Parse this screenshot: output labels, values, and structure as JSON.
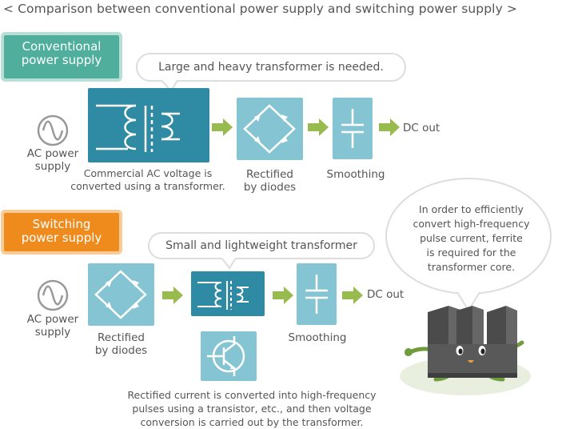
{
  "title": "< Comparison between conventional power supply and switching power supply >",
  "conventional": {
    "tag": "Conventional\npower supply",
    "bubble": "Large and heavy transformer is needed.",
    "ac_label": "AC power\nsupply",
    "transformer_caption": "Commercial AC voltage is\nconverted using a transformer.",
    "rectified_label": "Rectified\nby diodes",
    "smoothing_label": "Smoothing",
    "dc_label": "DC out"
  },
  "switching": {
    "tag": "Switching\npower supply",
    "bubble": "Small and lightweight transformer",
    "ac_label": "AC power\nsupply",
    "rectified_label": "Rectified\nby diodes",
    "smoothing_label": "Smoothing",
    "dc_label": "DC out",
    "caption": "Rectified current is converted into high-frequency\npulses using a transistor, etc., and then voltage\nconversion is carried out by the transformer."
  },
  "ferrite_bubble": "In order to efficiently\nconvert high-frequency\npulse current, ferrite\nis required for the\ntransformer core.",
  "colors": {
    "teal_dark": "#2f8aa3",
    "teal_light": "#85c5d3",
    "arrow_green": "#8cb43c",
    "conventional_tag": "#4fae9c",
    "switching_tag": "#ef8b1c"
  }
}
